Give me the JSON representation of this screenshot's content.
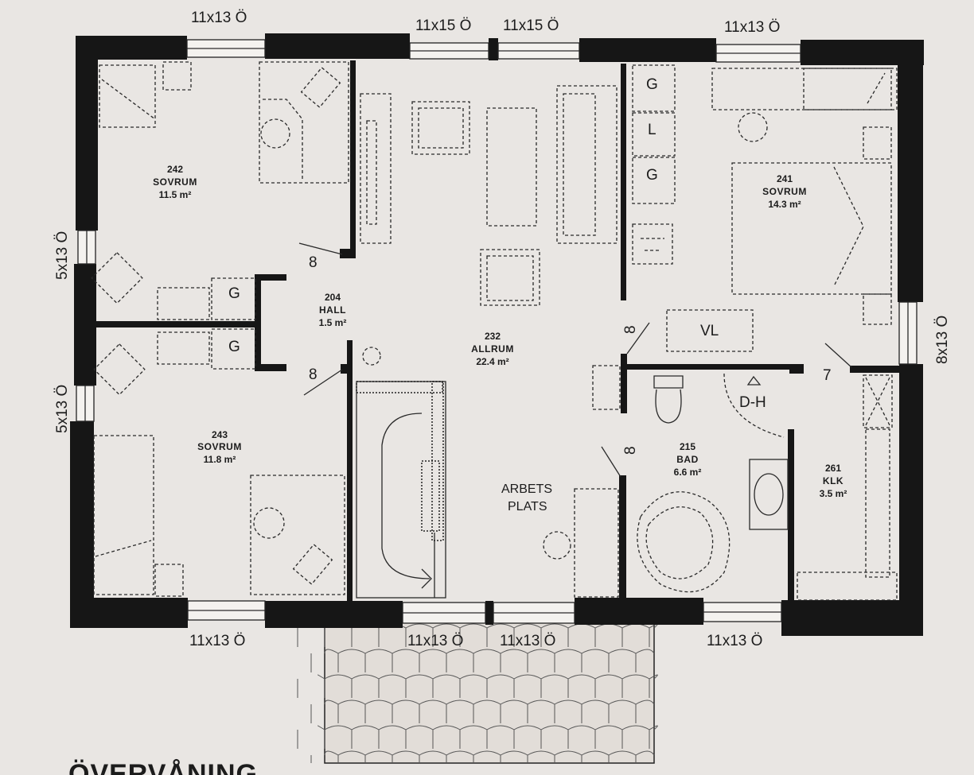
{
  "title": "ÖVERVÅNING",
  "rooms": {
    "r242": {
      "number": "242",
      "name": "SOVRUM",
      "area": "11.5 m²"
    },
    "r243": {
      "number": "243",
      "name": "SOVRUM",
      "area": "11.8 m²"
    },
    "r204": {
      "number": "204",
      "name": "HALL",
      "area": "1.5 m²"
    },
    "r232": {
      "number": "232",
      "name": "ALLRUM",
      "area": "22.4 m²"
    },
    "r241": {
      "number": "241",
      "name": "SOVRUM",
      "area": "14.3 m²"
    },
    "r215": {
      "number": "215",
      "name": "BAD",
      "area": "6.6 m²"
    },
    "r261": {
      "number": "261",
      "name": "KLK",
      "area": "3.5 m²"
    }
  },
  "windows": {
    "top_left": "11x13 Ö",
    "top_mid_1": "11x15 Ö",
    "top_mid_2": "11x15 Ö",
    "top_right": "11x13 Ö",
    "left_upper": "5x13 Ö",
    "left_lower": "5x13 Ö",
    "right": "8x13 Ö",
    "bottom_left": "11x13 Ö",
    "bottom_mid_1": "11x13 Ö",
    "bottom_mid_2": "11x13 Ö",
    "bottom_right": "11x13 Ö"
  },
  "doors": {
    "d1": "8",
    "d2": "8",
    "d3": "8",
    "d4": "8",
    "d5": "7"
  },
  "labels": {
    "g1": "G",
    "g2": "G",
    "g3": "G",
    "l1": "L",
    "g4": "G",
    "vl": "VL",
    "dh": "D-H",
    "arbets": "ARBETS",
    "plats": "PLATS"
  }
}
